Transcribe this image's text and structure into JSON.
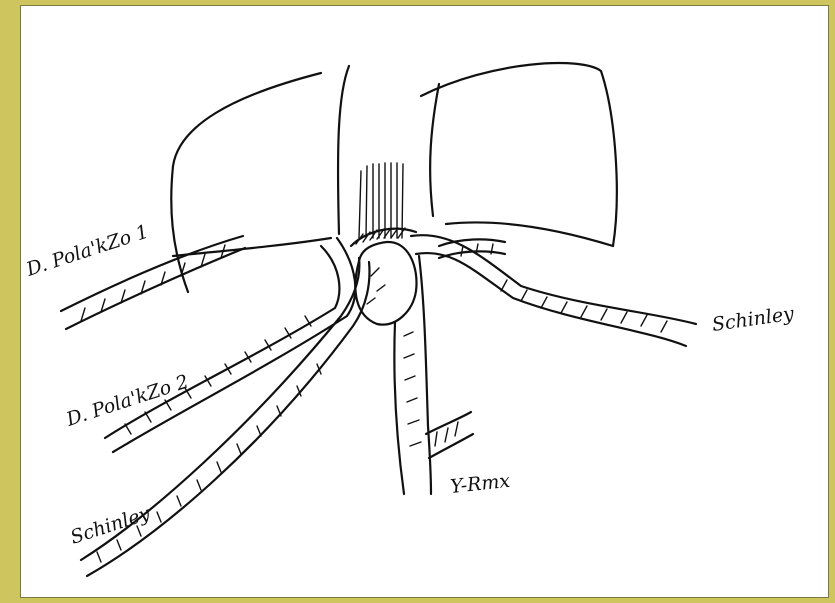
{
  "labels": {
    "left_top": "D. Pola'kZo 1",
    "left_mid": "D. Pola'kZo 2",
    "left_bottom": "Schinley",
    "right": "Schinley",
    "bottom_right": "Y-Rmx"
  }
}
